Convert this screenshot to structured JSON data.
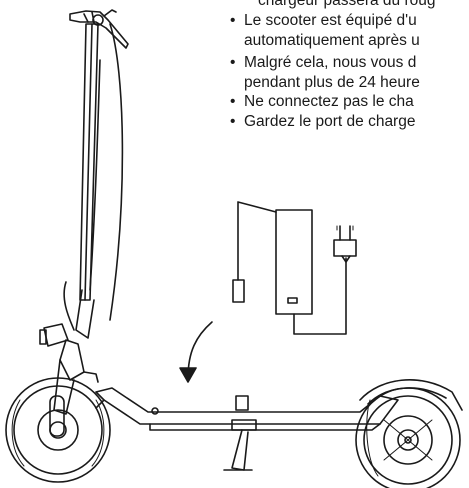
{
  "instructions": [
    "chargeur passera du roug",
    "Le scooter est équipé d'u",
    "automatiquement après u",
    "Malgré cela, nous vous d",
    "pendant plus de 24 heure",
    "Ne connectez pas le cha",
    "Gardez le port de charge"
  ],
  "bullet_glyph": "•"
}
